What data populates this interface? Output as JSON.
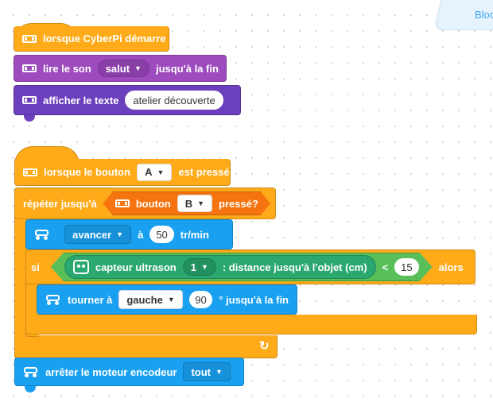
{
  "tab": {
    "label": "Bloc"
  },
  "script1": {
    "hat_label": "lorsque CyberPi démarre",
    "play": {
      "label": "lire le son",
      "sound": "salut",
      "suffix": "jusqu'à la fin"
    },
    "show": {
      "label": "afficher le texte",
      "text": "atelier découverte"
    }
  },
  "script2": {
    "hat_label": "lorsque le bouton",
    "hat_button": "A",
    "hat_suffix": "est pressé",
    "repeat": {
      "label": "répéter jusqu'à",
      "cond_label": "bouton",
      "cond_button": "B",
      "cond_suffix": "pressé?"
    },
    "move": {
      "direction": "avancer",
      "at": "à",
      "speed": "50",
      "unit": "tr/min"
    },
    "if": {
      "label": "si",
      "sensor_label": "capteur ultrason",
      "sensor_port": "1",
      "sensor_suffix": ": distance jusqu'à l'objet (cm)",
      "op": "<",
      "value": "15",
      "then": "alors"
    },
    "turn": {
      "label": "tourner à",
      "direction": "gauche",
      "degrees": "90",
      "suffix": "° jusqu'à la fin"
    },
    "loop_arrow": "↻",
    "stop": {
      "label": "arrêter le moteur encodeur",
      "which": "tout"
    }
  },
  "icons": {
    "cyberpi": "cyberpi-icon",
    "rover": "rover-icon",
    "ultrasonic": "ultrasonic-icon"
  },
  "colors": {
    "events": "#ffab19",
    "sound": "#9d4bbd",
    "display": "#6c3fbf",
    "motion": "#1aa0f0",
    "sensor": "#2ba86f",
    "button": "#f5740f"
  }
}
